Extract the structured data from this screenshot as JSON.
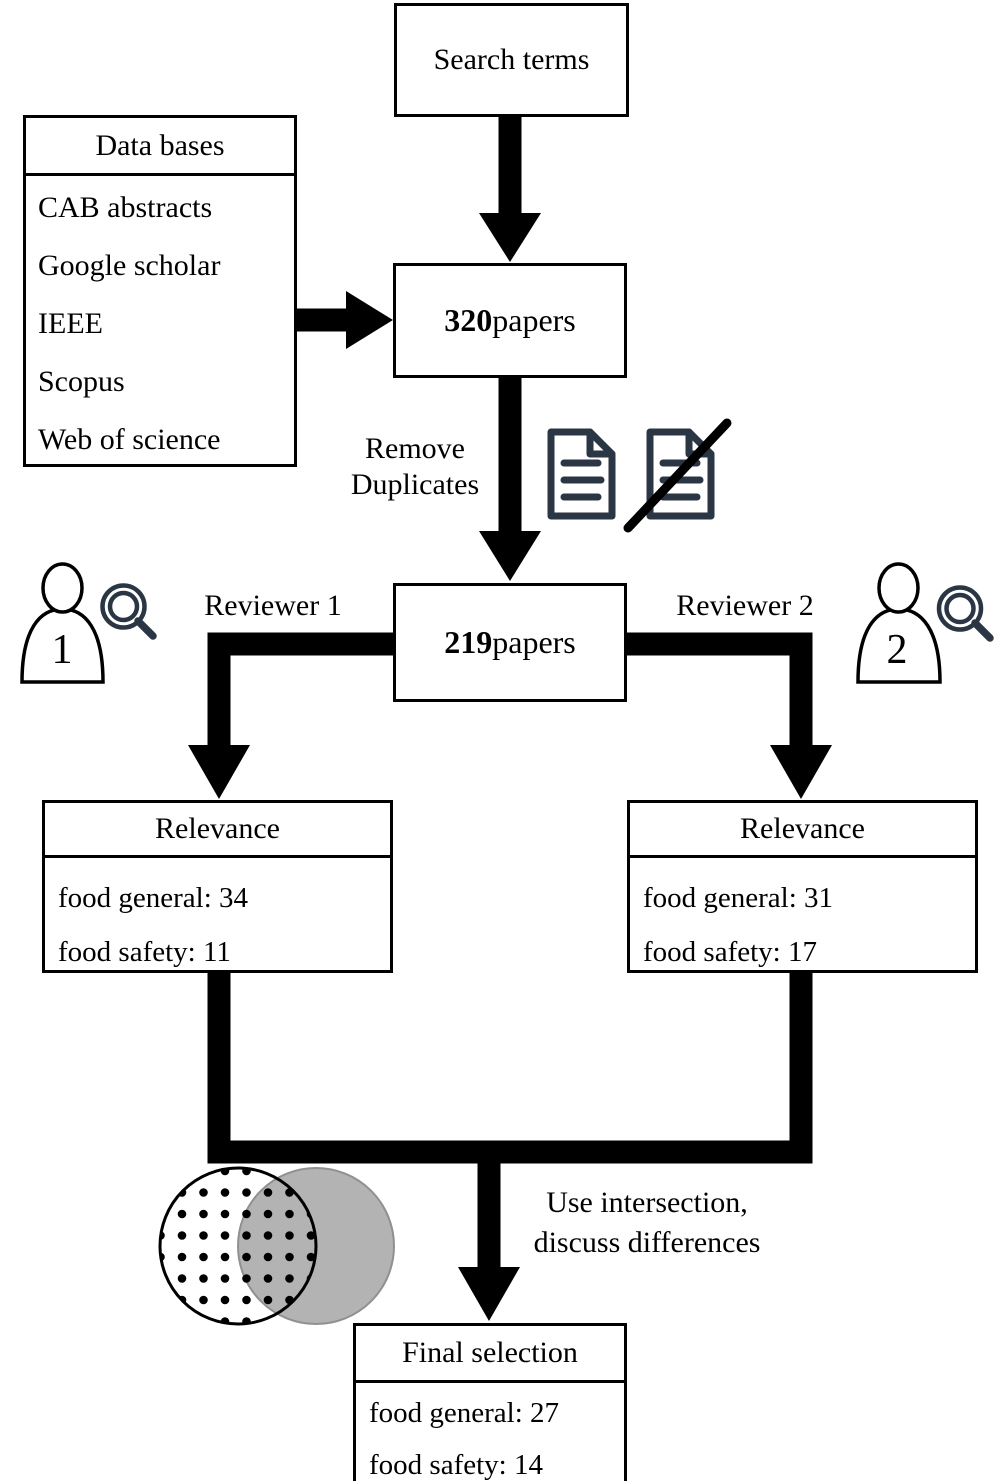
{
  "diagram": {
    "search_box": {
      "label": "Search terms"
    },
    "databases": {
      "title": "Data bases",
      "items": [
        "CAB abstracts",
        "Google scholar",
        "IEEE",
        "Scopus",
        "Web of science"
      ]
    },
    "papers_after_search": {
      "count": "320",
      "unit": " papers"
    },
    "remove_duplicates": {
      "line1": "Remove",
      "line2": "Duplicates"
    },
    "papers_after_dedup": {
      "count": "219",
      "unit": " papers"
    },
    "reviewer1": {
      "label": "Reviewer 1",
      "badge": "1"
    },
    "reviewer2": {
      "label": "Reviewer 2",
      "badge": "2"
    },
    "relevance_left": {
      "title": "Relevance",
      "rows": [
        "food general: 34",
        "food safety: 11"
      ]
    },
    "relevance_right": {
      "title": "Relevance",
      "rows": [
        "food general: 31",
        "food safety: 17"
      ]
    },
    "intersection_note": {
      "line1": "Use intersection,",
      "line2": "discuss differences"
    },
    "final_selection": {
      "title": "Final selection",
      "rows": [
        "food general: 27",
        "food safety: 14"
      ]
    }
  },
  "colors": {
    "line_black": "#000000",
    "icon_slate": "#2b3645",
    "venn_gray": "#b3b3b3",
    "venn_gray_outline": "#909090"
  }
}
